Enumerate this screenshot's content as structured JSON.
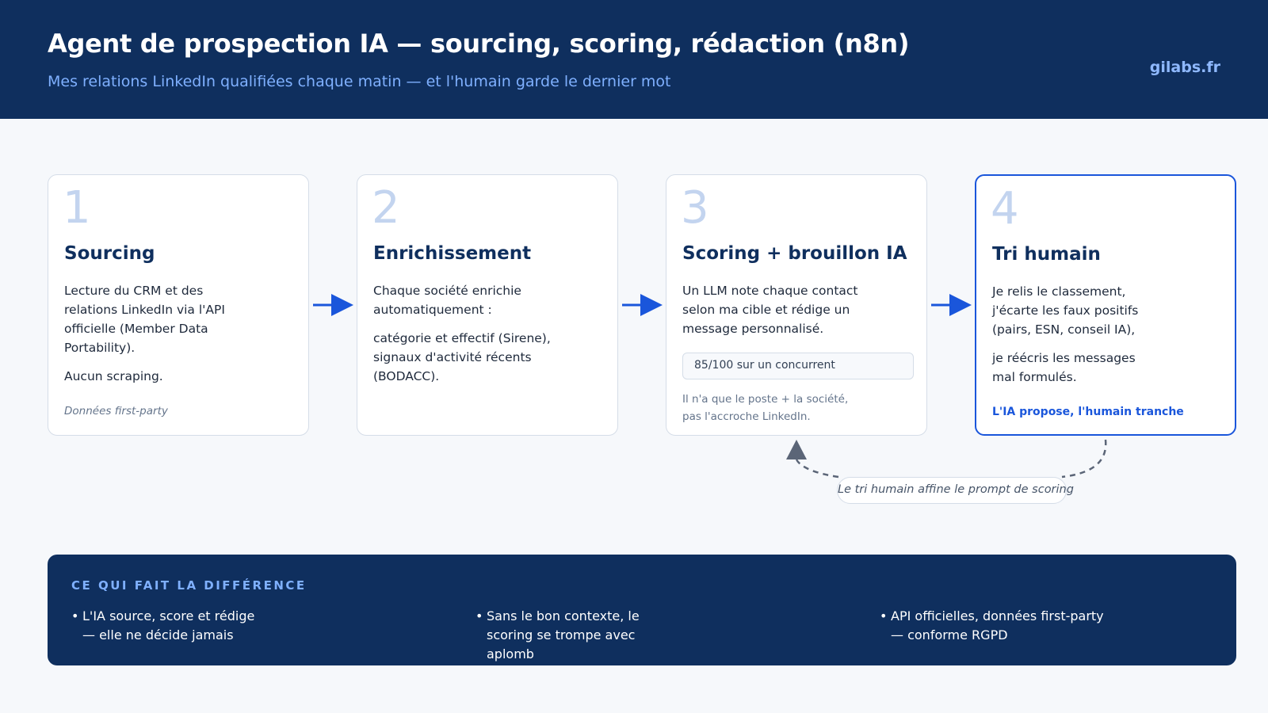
{
  "header": {
    "title": "Agent de prospection IA — sourcing, scoring, rédaction (n8n)",
    "subtitle": "Mes relations LinkedIn qualifiées chaque matin — et l'humain garde le dernier mot",
    "brand": "gilabs.fr"
  },
  "steps": [
    {
      "number": "1",
      "title": "Sourcing",
      "paragraphs": [
        "Lecture du CRM et des relations LinkedIn via l'API officielle (Member Data Portability).",
        "Aucun scraping."
      ],
      "note": "Données first-party"
    },
    {
      "number": "2",
      "title": "Enrichissement",
      "paragraphs": [
        "Chaque société enrichie automatiquement :",
        "catégorie et effectif (Sirene), signaux d'activité récents (BODACC)."
      ]
    },
    {
      "number": "3",
      "title": "Scoring + brouillon IA",
      "paragraphs": [
        "Un LLM note chaque contact selon ma cible et rédige un message personnalisé."
      ],
      "score_example": "85/100 sur un concurrent",
      "score_caption": "Il n'a que le poste + la société, pas l'accroche LinkedIn."
    },
    {
      "number": "4",
      "title": "Tri humain",
      "paragraphs": [
        "Je relis le classement, j'écarte les faux positifs (pairs, ESN, conseil IA),",
        "je réécris les messages mal formulés."
      ],
      "accent": "L'IA propose, l'humain tranche"
    }
  ],
  "feedback_loop": {
    "label": "Le tri humain affine le prompt de scoring"
  },
  "footer": {
    "heading": "CE QUI FAIT LA DIFFÉRENCE",
    "items": [
      "L'IA source, score et rédige — elle ne décide jamais",
      "Sans le bon contexte, le scoring se trompe avec aplomb",
      "API officielles, données first-party — conforme RGPD"
    ]
  },
  "colors": {
    "navy": "#0f2f5e",
    "accent_blue": "#1a56db",
    "light_blue": "#7fb0ff",
    "number_blue": "#c3d4ef",
    "loop_gray": "#5b6577"
  }
}
